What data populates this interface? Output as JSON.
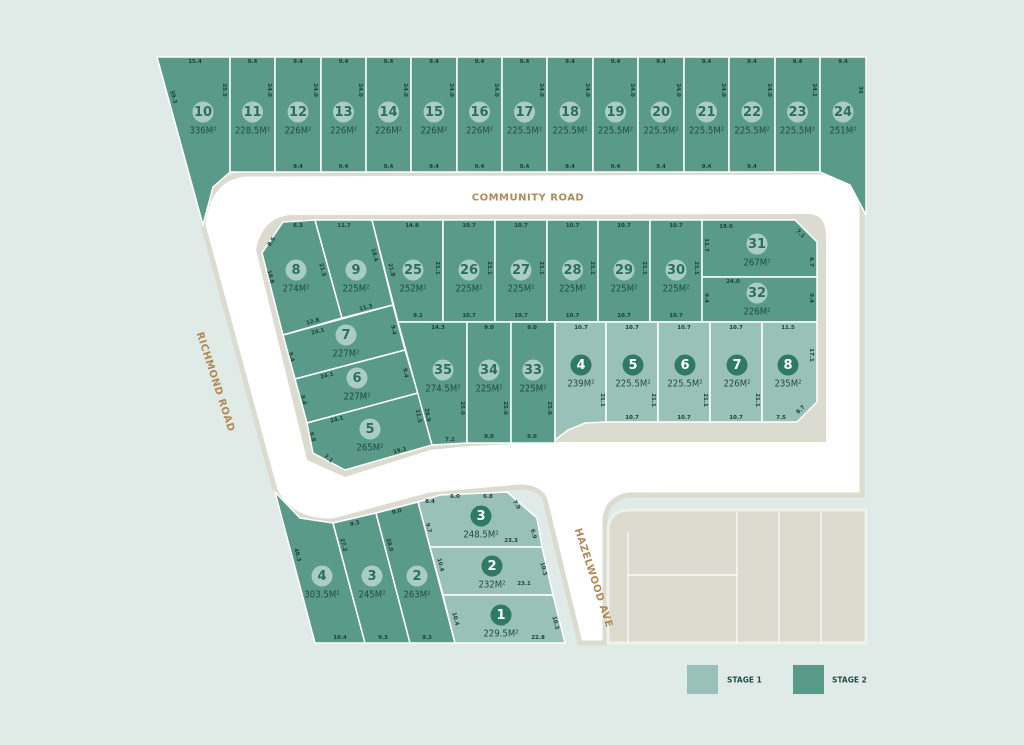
{
  "colors": {
    "background": "#e0ebe8",
    "stage1": "#9ac1b7",
    "stage2": "#5a9a88",
    "road": "#ffffff",
    "kerb": "#dcdbcf",
    "future": "#dcdbcf",
    "road_label": "#b08a55"
  },
  "roads": {
    "community": "COMMUNITY ROAD",
    "richmond": "RICHMOND ROAD",
    "hazelwood": "HAZELWOOD AVE"
  },
  "legend": {
    "stage1": "STAGE 1",
    "stage2": "STAGE 2"
  },
  "lots": [
    {
      "id": "s2-10",
      "num": "10",
      "area": "336M²",
      "stage": 2,
      "dims": [
        "15.4",
        "39.3",
        "25.5"
      ]
    },
    {
      "id": "s2-11",
      "num": "11",
      "area": "228.5M²",
      "stage": 2,
      "dims": [
        "9.4",
        "24.0"
      ]
    },
    {
      "id": "s2-12",
      "num": "12",
      "area": "226M²",
      "stage": 2,
      "dims": [
        "9.4",
        "24.0",
        "9.4"
      ]
    },
    {
      "id": "s2-13",
      "num": "13",
      "area": "226M²",
      "stage": 2,
      "dims": [
        "9.4",
        "24.0",
        "9.4"
      ]
    },
    {
      "id": "s2-14",
      "num": "14",
      "area": "226M²",
      "stage": 2,
      "dims": [
        "9.4",
        "24.0",
        "9.4"
      ]
    },
    {
      "id": "s2-15",
      "num": "15",
      "area": "226M²",
      "stage": 2,
      "dims": [
        "9.4",
        "24.0",
        "9.4"
      ]
    },
    {
      "id": "s2-16",
      "num": "16",
      "area": "226M²",
      "stage": 2,
      "dims": [
        "9.4",
        "24.0",
        "9.4"
      ]
    },
    {
      "id": "s2-17",
      "num": "17",
      "area": "225.5M²",
      "stage": 2,
      "dims": [
        "9.4",
        "24.0",
        "9.4"
      ]
    },
    {
      "id": "s2-18",
      "num": "18",
      "area": "225.5M²",
      "stage": 2,
      "dims": [
        "9.4",
        "24.0",
        "9.4"
      ]
    },
    {
      "id": "s2-19",
      "num": "19",
      "area": "225.5M²",
      "stage": 2,
      "dims": [
        "9.4",
        "24.0",
        "9.4"
      ]
    },
    {
      "id": "s2-20",
      "num": "20",
      "area": "225.5M²",
      "stage": 2,
      "dims": [
        "9.4",
        "24.0",
        "9.4"
      ]
    },
    {
      "id": "s2-21",
      "num": "21",
      "area": "225.5M²",
      "stage": 2,
      "dims": [
        "9.4",
        "24.0",
        "9.4"
      ]
    },
    {
      "id": "s2-22",
      "num": "22",
      "area": "225.5M²",
      "stage": 2,
      "dims": [
        "9.4",
        "24.0",
        "9.4"
      ]
    },
    {
      "id": "s2-23",
      "num": "23",
      "area": "225.5M²",
      "stage": 2,
      "dims": [
        "9.4",
        "24.1"
      ]
    },
    {
      "id": "s2-24",
      "num": "24",
      "area": "251M²",
      "stage": 2,
      "dims": [
        "9.4",
        "35"
      ]
    },
    {
      "id": "s2-8",
      "num": "8",
      "area": "274M²",
      "stage": 2,
      "dims": [
        "6.3",
        "8.5",
        "18.8",
        "21.5",
        "12.8"
      ]
    },
    {
      "id": "s2-9",
      "num": "9",
      "area": "225M²",
      "stage": 2,
      "dims": [
        "11.7",
        "18.4",
        "11.3"
      ]
    },
    {
      "id": "s2-25",
      "num": "25",
      "area": "252M²",
      "stage": 2,
      "dims": [
        "14.8",
        "21.8",
        "21.1",
        "9.1"
      ]
    },
    {
      "id": "s2-26",
      "num": "26",
      "area": "225M²",
      "stage": 2,
      "dims": [
        "10.7",
        "21.1",
        "10.7"
      ]
    },
    {
      "id": "s2-27",
      "num": "27",
      "area": "225M²",
      "stage": 2,
      "dims": [
        "10.7",
        "21.1",
        "10.7"
      ]
    },
    {
      "id": "s2-28",
      "num": "28",
      "area": "225M²",
      "stage": 2,
      "dims": [
        "10.7",
        "21.1",
        "10.7"
      ]
    },
    {
      "id": "s2-29",
      "num": "29",
      "area": "225M²",
      "stage": 2,
      "dims": [
        "10.7",
        "21.1",
        "10.7"
      ]
    },
    {
      "id": "s2-30",
      "num": "30",
      "area": "225M²",
      "stage": 2,
      "dims": [
        "10.7",
        "21.1",
        "10.7"
      ]
    },
    {
      "id": "s2-31",
      "num": "31",
      "area": "267M²",
      "stage": 2,
      "dims": [
        "19.0",
        "11.7",
        "7.1",
        "6.7"
      ]
    },
    {
      "id": "s2-32",
      "num": "32",
      "area": "226M²",
      "stage": 2,
      "dims": [
        "24.0",
        "9.4",
        "9.4"
      ]
    },
    {
      "id": "s2-7",
      "num": "7",
      "area": "227M²",
      "stage": 2,
      "dims": [
        "24.1",
        "9.4",
        "9.4"
      ]
    },
    {
      "id": "s2-6",
      "num": "6",
      "area": "227M²",
      "stage": 2,
      "dims": [
        "24.1",
        "9.4",
        "9.4"
      ]
    },
    {
      "id": "s2-5",
      "num": "5",
      "area": "265M²",
      "stage": 2,
      "dims": [
        "24.1",
        "11.5",
        "6.8",
        "7.1",
        "19.1"
      ]
    },
    {
      "id": "s2-35",
      "num": "35",
      "area": "274.5M²",
      "stage": 2,
      "dims": [
        "14.3",
        "26.9",
        "25.0",
        "7.2"
      ]
    },
    {
      "id": "s2-34",
      "num": "34",
      "area": "225M²",
      "stage": 2,
      "dims": [
        "9.0",
        "25.0",
        "9.0"
      ]
    },
    {
      "id": "s2-33",
      "num": "33",
      "area": "225M²",
      "stage": 2,
      "dims": [
        "9.0",
        "25.0",
        "9.0"
      ]
    },
    {
      "id": "s1-4",
      "num": "4",
      "area": "239M²",
      "stage": 1,
      "dims": [
        "10.7",
        "21.1"
      ]
    },
    {
      "id": "s1-5",
      "num": "5",
      "area": "225.5M²",
      "stage": 1,
      "dims": [
        "10.7",
        "21.1",
        "10.7"
      ]
    },
    {
      "id": "s1-6",
      "num": "6",
      "area": "225.5M²",
      "stage": 1,
      "dims": [
        "10.7",
        "21.1",
        "10.7"
      ]
    },
    {
      "id": "s1-7",
      "num": "7",
      "area": "226M²",
      "stage": 1,
      "dims": [
        "10.7",
        "21.1",
        "10.7"
      ]
    },
    {
      "id": "s1-8",
      "num": "8",
      "area": "235M²",
      "stage": 1,
      "dims": [
        "11.5",
        "17.1",
        "8.7",
        "7.5"
      ]
    },
    {
      "id": "s2-4",
      "num": "4",
      "area": "303.5M²",
      "stage": 2,
      "dims": [
        "40.3",
        "10.4"
      ]
    },
    {
      "id": "s2-3",
      "num": "3",
      "area": "245M²",
      "stage": 2,
      "dims": [
        "9.3",
        "27.2",
        "9.3"
      ]
    },
    {
      "id": "s2-2",
      "num": "2",
      "area": "263M²",
      "stage": 2,
      "dims": [
        "9.0",
        "28.0",
        "9.3"
      ]
    },
    {
      "id": "s1-3",
      "num": "3",
      "area": "248.5M²",
      "stage": 1,
      "dims": [
        "8.4",
        "6.0",
        "6.8",
        "7.9",
        "9.7",
        "6.9",
        "23.3"
      ]
    },
    {
      "id": "s1-2",
      "num": "2",
      "area": "232M²",
      "stage": 1,
      "dims": [
        "10.4",
        "10.3",
        "23.1"
      ]
    },
    {
      "id": "s1-1",
      "num": "1",
      "area": "229.5M²",
      "stage": 1,
      "dims": [
        "10.4",
        "10.3",
        "22.8"
      ]
    }
  ]
}
